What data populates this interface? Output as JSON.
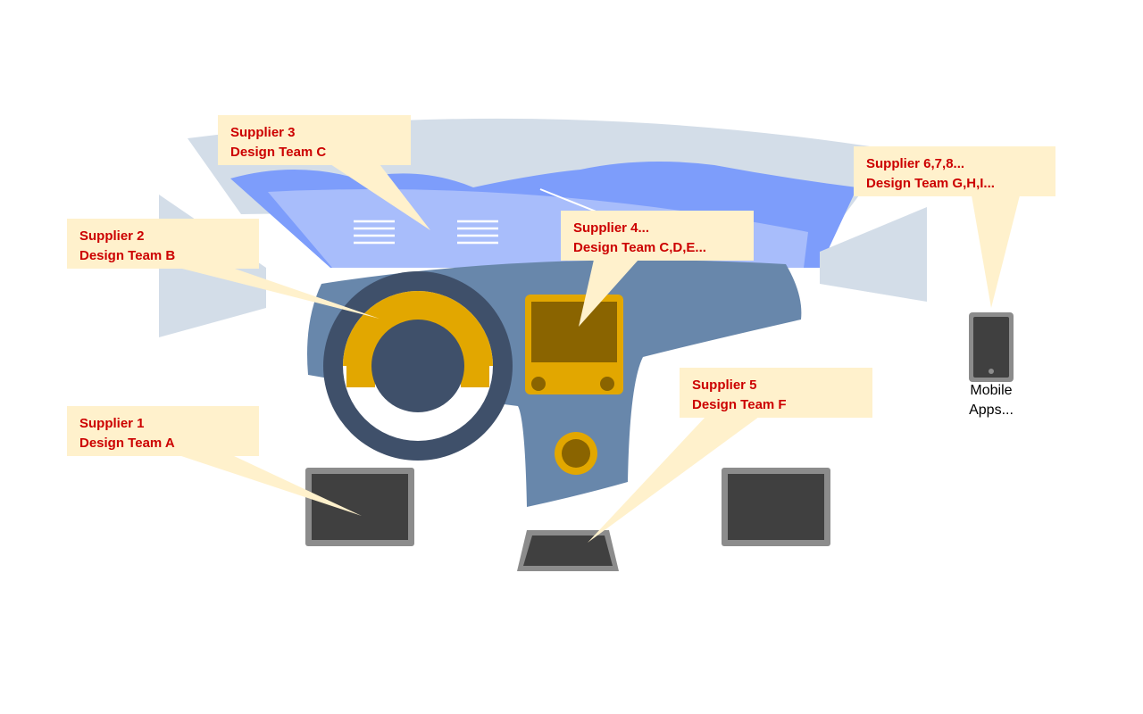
{
  "colors": {
    "sky": "#7d9dfb",
    "sky_light": "#a8bdfb",
    "window_frame": "#d3dde8",
    "dashboard": "#6887ab",
    "steering_rim": "#3f506a",
    "accent_yellow": "#e2a700",
    "screen_brown": "#8a6400",
    "screen_dark": "#404040",
    "screen_bezel": "#8c8c8c",
    "callout_fill": "#fff1cc",
    "callout_text": "#cc0000"
  },
  "callouts": [
    {
      "line1": "Supplier 1",
      "line2": "Design Team A"
    },
    {
      "line1": "Supplier 2",
      "line2": "Design Team B"
    },
    {
      "line1": "Supplier 3",
      "line2": "Design Team C"
    },
    {
      "line1": "Supplier 4...",
      "line2": "Design Team C,D,E..."
    },
    {
      "line1": "Supplier 5",
      "line2": "Design Team F"
    },
    {
      "line1": "Supplier 6,7,8...",
      "line2": "Design Team G,H,I..."
    }
  ],
  "mobile": {
    "line1": "Mobile",
    "line2": "Apps..."
  }
}
